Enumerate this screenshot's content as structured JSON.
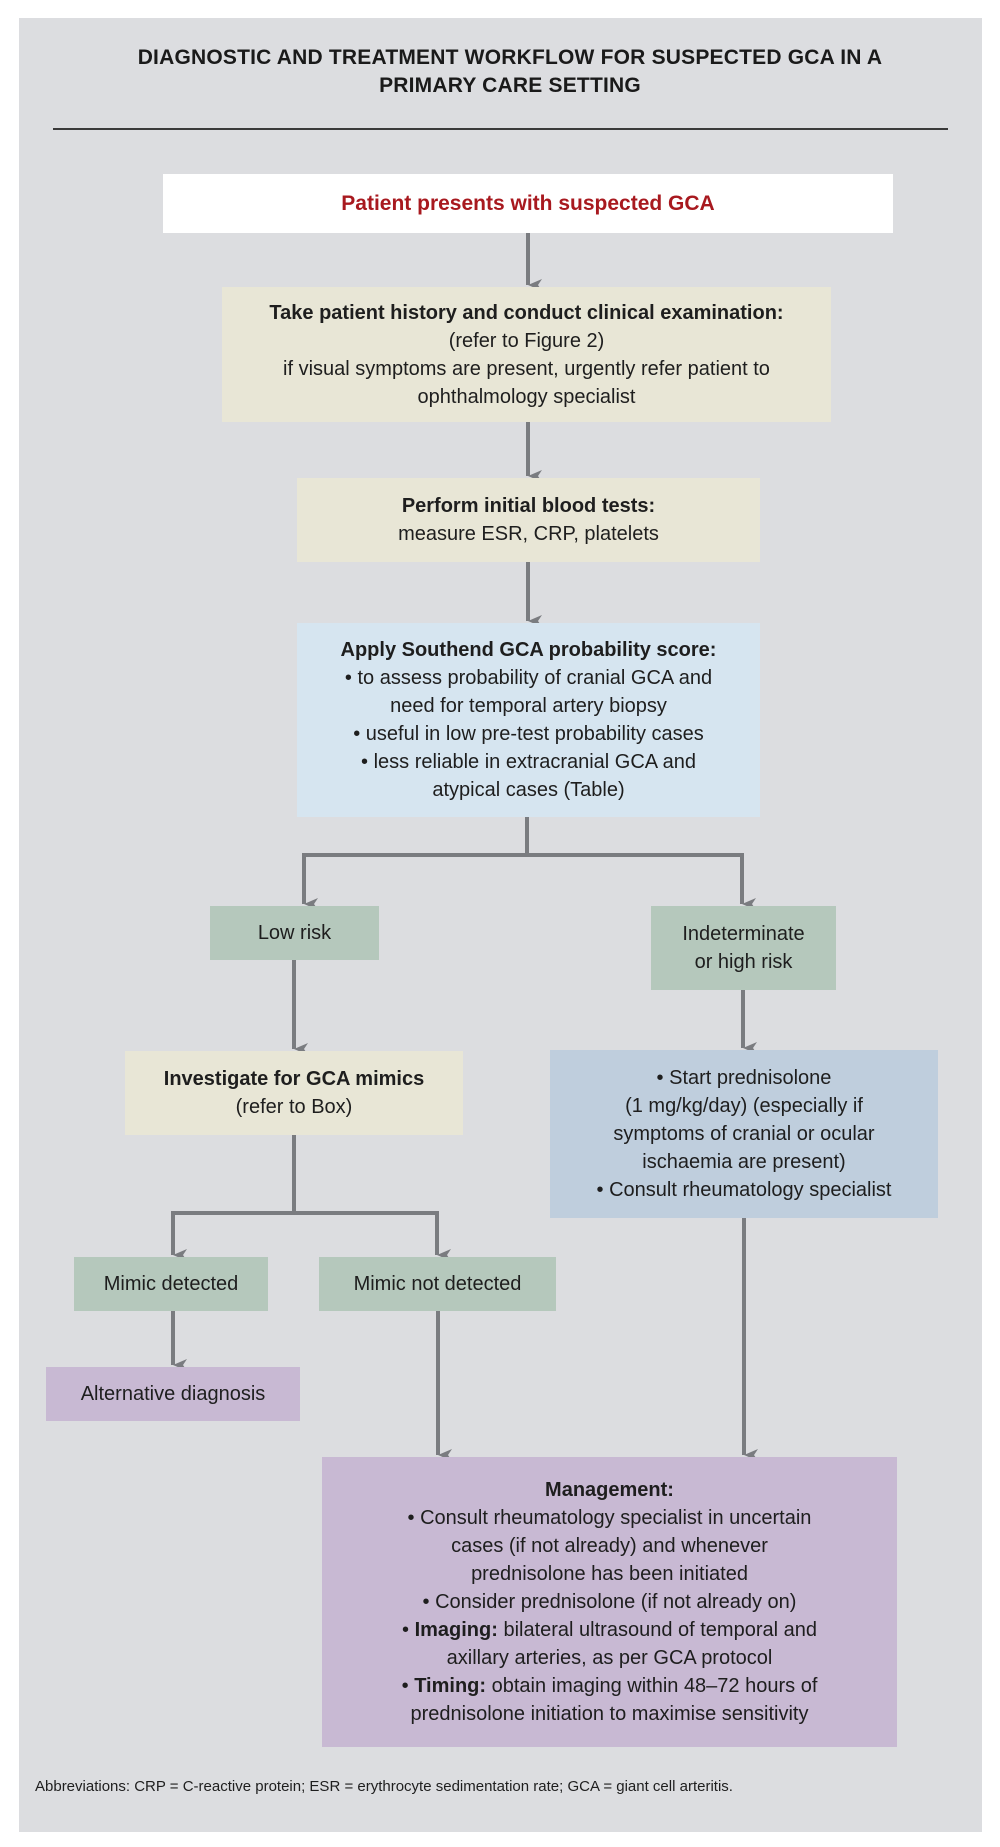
{
  "title": {
    "line1": "DIAGNOSTIC AND TREATMENT WORKFLOW FOR SUSPECTED GCA IN A",
    "line2": "PRIMARY CARE SETTING"
  },
  "nodes": {
    "start": {
      "text": "Patient presents with suspected GCA"
    },
    "history": {
      "heading": "Take patient history and conduct clinical examination:",
      "lines": [
        "(refer to Figure 2)",
        "if visual symptoms are present, urgently refer patient to",
        "ophthalmology specialist"
      ]
    },
    "blood_tests": {
      "heading": "Perform initial blood tests:",
      "lines": [
        "measure ESR, CRP, platelets"
      ]
    },
    "southend": {
      "heading": "Apply Southend GCA probability score:",
      "lines": [
        "• to assess probability of cranial GCA and",
        "need for temporal artery biopsy",
        "• useful in low pre-test probability cases",
        "• less reliable in extracranial GCA and",
        "atypical cases (Table)"
      ]
    },
    "low_risk": {
      "text": "Low risk"
    },
    "high_risk": {
      "lines": [
        "Indeterminate",
        "or high risk"
      ]
    },
    "mimics": {
      "heading": "Investigate for GCA mimics",
      "lines": [
        "(refer to Box)"
      ]
    },
    "prednisolone": {
      "lines": [
        "• Start prednisolone",
        "(1 mg/kg/day) (especially if",
        "symptoms of cranial or ocular",
        "ischaemia are present)",
        "• Consult rheumatology specialist"
      ]
    },
    "mimic_detected": {
      "text": "Mimic detected"
    },
    "mimic_not_detected": {
      "text": "Mimic not detected"
    },
    "alternative": {
      "text": "Alternative diagnosis"
    },
    "management": {
      "heading": "Management:",
      "lines": [
        "• Consult rheumatology specialist in uncertain",
        "cases (if not already) and whenever",
        "prednisolone has been initiated",
        "• Consider prednisolone (if not already on)"
      ],
      "imaging_label": "Imaging:",
      "imaging_lines": [
        " bilateral ultrasound of temporal and",
        "axillary arteries, as per GCA protocol"
      ],
      "timing_label": "Timing:",
      "timing_lines": [
        " obtain imaging within 48–72 hours of",
        "prednisolone initiation to maximise sensitivity"
      ]
    }
  },
  "edges": [
    {
      "from": "start",
      "to": "history"
    },
    {
      "from": "history",
      "to": "blood_tests"
    },
    {
      "from": "blood_tests",
      "to": "southend"
    },
    {
      "from": "southend",
      "to": "low_risk"
    },
    {
      "from": "southend",
      "to": "high_risk"
    },
    {
      "from": "low_risk",
      "to": "mimics"
    },
    {
      "from": "high_risk",
      "to": "prednisolone"
    },
    {
      "from": "mimics",
      "to": "mimic_detected"
    },
    {
      "from": "mimics",
      "to": "mimic_not_detected"
    },
    {
      "from": "mimic_detected",
      "to": "alternative"
    },
    {
      "from": "mimic_not_detected",
      "to": "management"
    },
    {
      "from": "prednisolone",
      "to": "management"
    }
  ],
  "colors": {
    "background": "#dcdde0",
    "start_text": "#a8191f",
    "cream": "#e8e6d6",
    "light_blue": "#d6e5f0",
    "green": "#b5c8bc",
    "steel_blue": "#bfcedd",
    "lilac": "#c8b9d3",
    "arrow": "#7a7c80"
  },
  "footer": {
    "abbreviations": "Abbreviations: CRP = C-reactive protein; ESR = erythrocyte sedimentation rate; GCA = giant cell arteritis."
  }
}
